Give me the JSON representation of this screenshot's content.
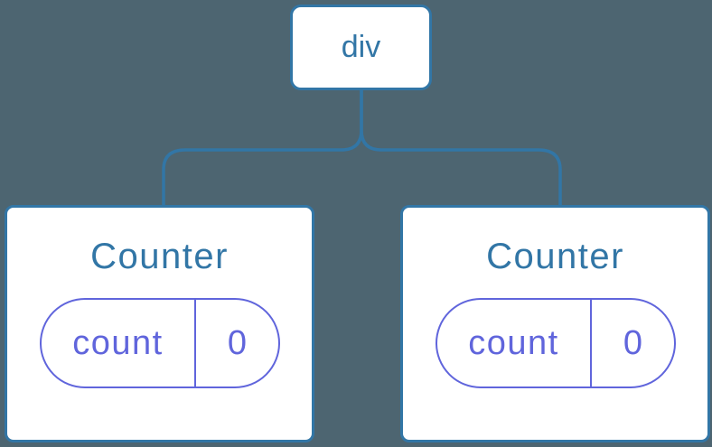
{
  "colors": {
    "background": "#4d6571",
    "node-blue": "#3276a6",
    "state-purple": "#6065dc",
    "card-bg": "#ffffff"
  },
  "tree": {
    "root": {
      "label": "div"
    },
    "children": [
      {
        "title": "Counter",
        "state_key": "count",
        "state_value": "0"
      },
      {
        "title": "Counter",
        "state_key": "count",
        "state_value": "0"
      }
    ]
  }
}
